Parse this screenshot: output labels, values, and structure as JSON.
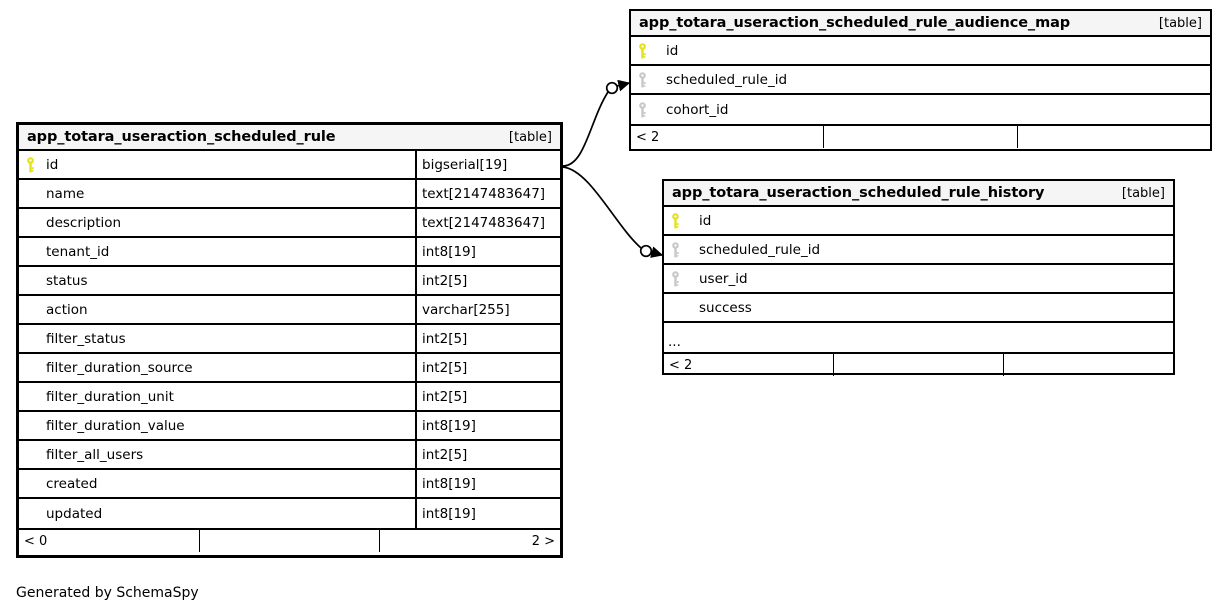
{
  "diagram": {
    "caption": "Generated by SchemaSpy",
    "kind_label": "[table]",
    "colors": {
      "primary_key": "#e2e21a",
      "foreign_key": "#c8c8c8",
      "header_background": "#f5f5f5",
      "border": "#000000",
      "page_background": "#ffffff"
    }
  },
  "tables": {
    "main": {
      "name": "app_totara_useraction_scheduled_rule",
      "kind": "[table]",
      "columns": [
        {
          "key": "primary",
          "name": "id",
          "type": "bigserial[19]"
        },
        {
          "key": "none",
          "name": "name",
          "type": "text[2147483647]"
        },
        {
          "key": "none",
          "name": "description",
          "type": "text[2147483647]"
        },
        {
          "key": "none",
          "name": "tenant_id",
          "type": "int8[19]"
        },
        {
          "key": "none",
          "name": "status",
          "type": "int2[5]"
        },
        {
          "key": "none",
          "name": "action",
          "type": "varchar[255]"
        },
        {
          "key": "none",
          "name": "filter_status",
          "type": "int2[5]"
        },
        {
          "key": "none",
          "name": "filter_duration_source",
          "type": "int2[5]"
        },
        {
          "key": "none",
          "name": "filter_duration_unit",
          "type": "int2[5]"
        },
        {
          "key": "none",
          "name": "filter_duration_value",
          "type": "int8[19]"
        },
        {
          "key": "none",
          "name": "filter_all_users",
          "type": "int2[5]"
        },
        {
          "key": "none",
          "name": "created",
          "type": "int8[19]"
        },
        {
          "key": "none",
          "name": "updated",
          "type": "int8[19]"
        }
      ],
      "footer": {
        "left": "< 0",
        "middle": "",
        "right": "2 >"
      }
    },
    "audience_map": {
      "name": "app_totara_useraction_scheduled_rule_audience_map",
      "kind": "[table]",
      "columns": [
        {
          "key": "primary",
          "name": "id",
          "type": ""
        },
        {
          "key": "foreign",
          "name": "scheduled_rule_id",
          "type": ""
        },
        {
          "key": "foreign",
          "name": "cohort_id",
          "type": ""
        }
      ],
      "footer": {
        "left": "< 2",
        "middle": "",
        "right": ""
      }
    },
    "history": {
      "name": "app_totara_useraction_scheduled_rule_history",
      "kind": "[table]",
      "columns": [
        {
          "key": "primary",
          "name": "id",
          "type": ""
        },
        {
          "key": "foreign",
          "name": "scheduled_rule_id",
          "type": ""
        },
        {
          "key": "foreign",
          "name": "user_id",
          "type": ""
        },
        {
          "key": "none",
          "name": "success",
          "type": ""
        }
      ],
      "more_indicator": "...",
      "footer": {
        "left": "< 2",
        "middle": "",
        "right": ""
      }
    }
  },
  "relationships": [
    {
      "from": "app_totara_useraction_scheduled_rule.id",
      "to": "app_totara_useraction_scheduled_rule_audience_map.scheduled_rule_id"
    },
    {
      "from": "app_totara_useraction_scheduled_rule.id",
      "to": "app_totara_useraction_scheduled_rule_history.scheduled_rule_id"
    }
  ]
}
